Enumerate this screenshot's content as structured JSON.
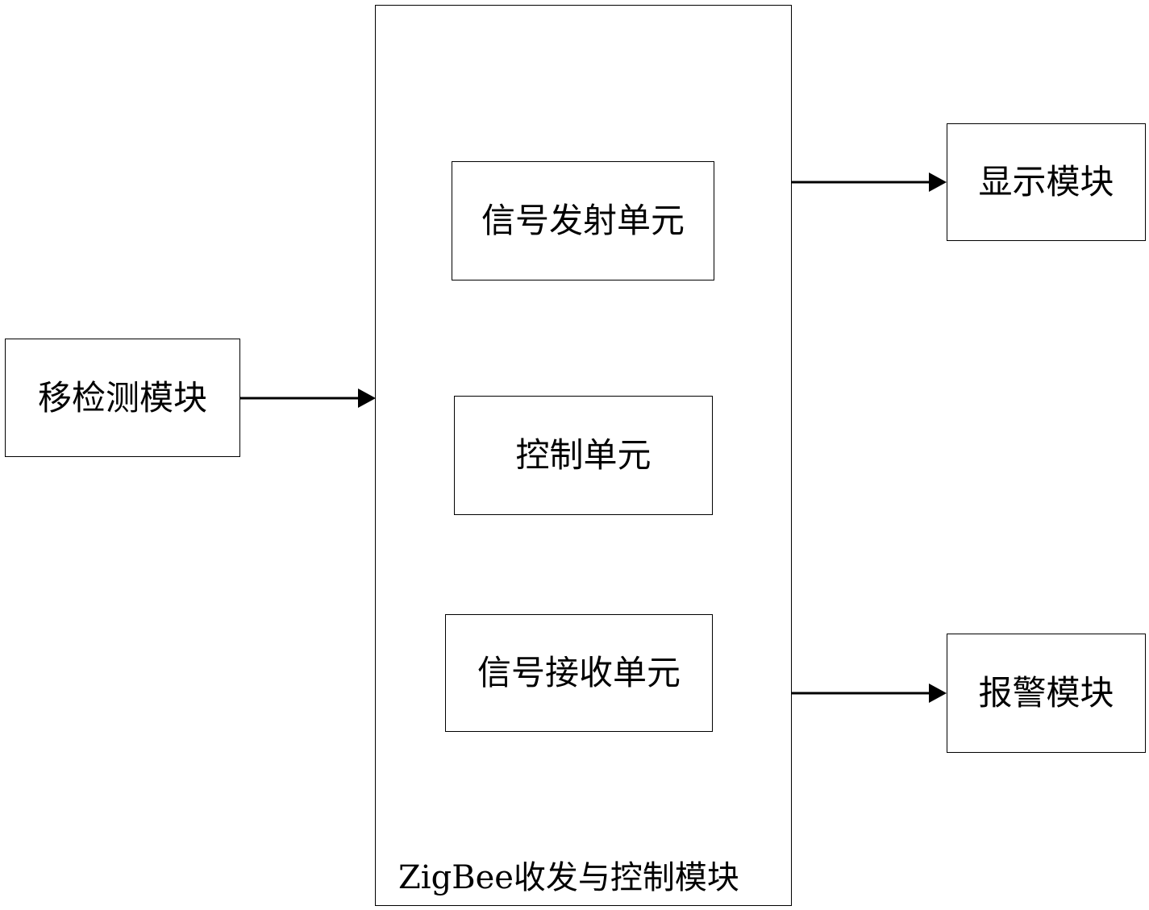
{
  "diagram": {
    "main_module": {
      "label": "ZigBee收发与控制模块"
    },
    "units": {
      "tx": "信号发射单元",
      "ctrl": "控制单元",
      "rx": "信号接收单元"
    },
    "detect_module": "移检测模块",
    "display_module": "显示模块",
    "alarm_module": "报警模块"
  }
}
